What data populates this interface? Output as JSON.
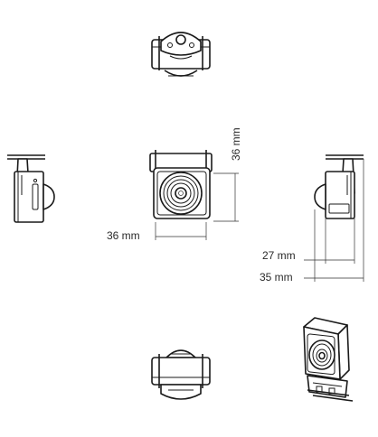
{
  "dimensions": {
    "front_height": "36 mm",
    "front_width": "36 mm",
    "side_depth_body": "27 mm",
    "side_depth_total": "35 mm"
  },
  "colors": {
    "line": "#1a1a1a",
    "background": "#ffffff"
  }
}
